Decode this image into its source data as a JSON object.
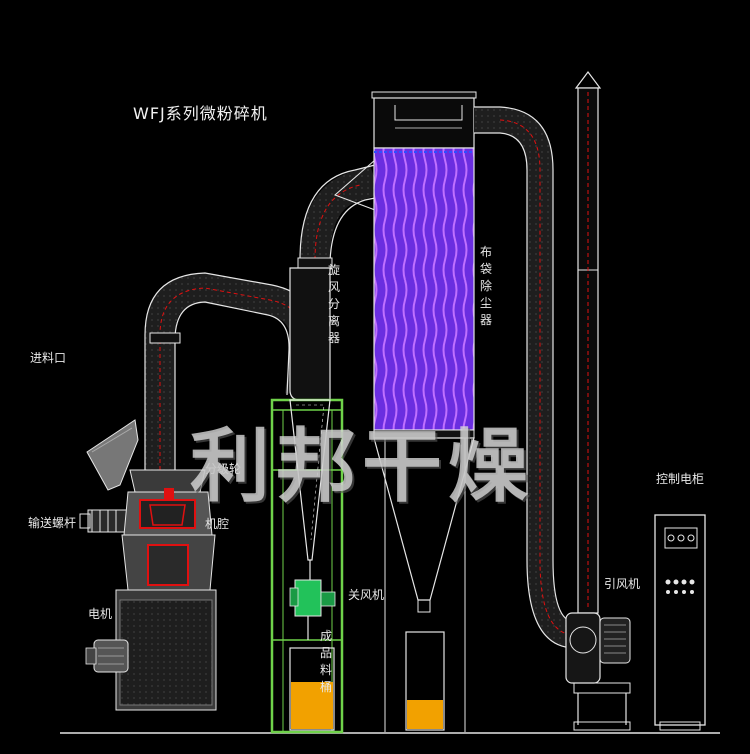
{
  "title": "WFJ系列微粉碎机",
  "watermark": "利邦干燥",
  "labels": {
    "feed_inlet": "进料口",
    "screw_conveyor": "输送螺杆",
    "motor": "电机",
    "casing": "机腔",
    "classifier_wheel": "分级轮",
    "cyclone": "旋风分离器",
    "airlock": "关风机",
    "product_bucket": "成品料桶",
    "bag_filter": "布袋除尘器",
    "fan": "引风机",
    "control_cabinet": "控制电柜"
  },
  "colors": {
    "background": "#000000",
    "line": "#e6e6e6",
    "bag_filter": "#8a3cf0",
    "red_accent": "#e01010",
    "green_frame": "#6fd24a",
    "product_fill": "#f2a100",
    "airlock_green": "#22c25a"
  }
}
